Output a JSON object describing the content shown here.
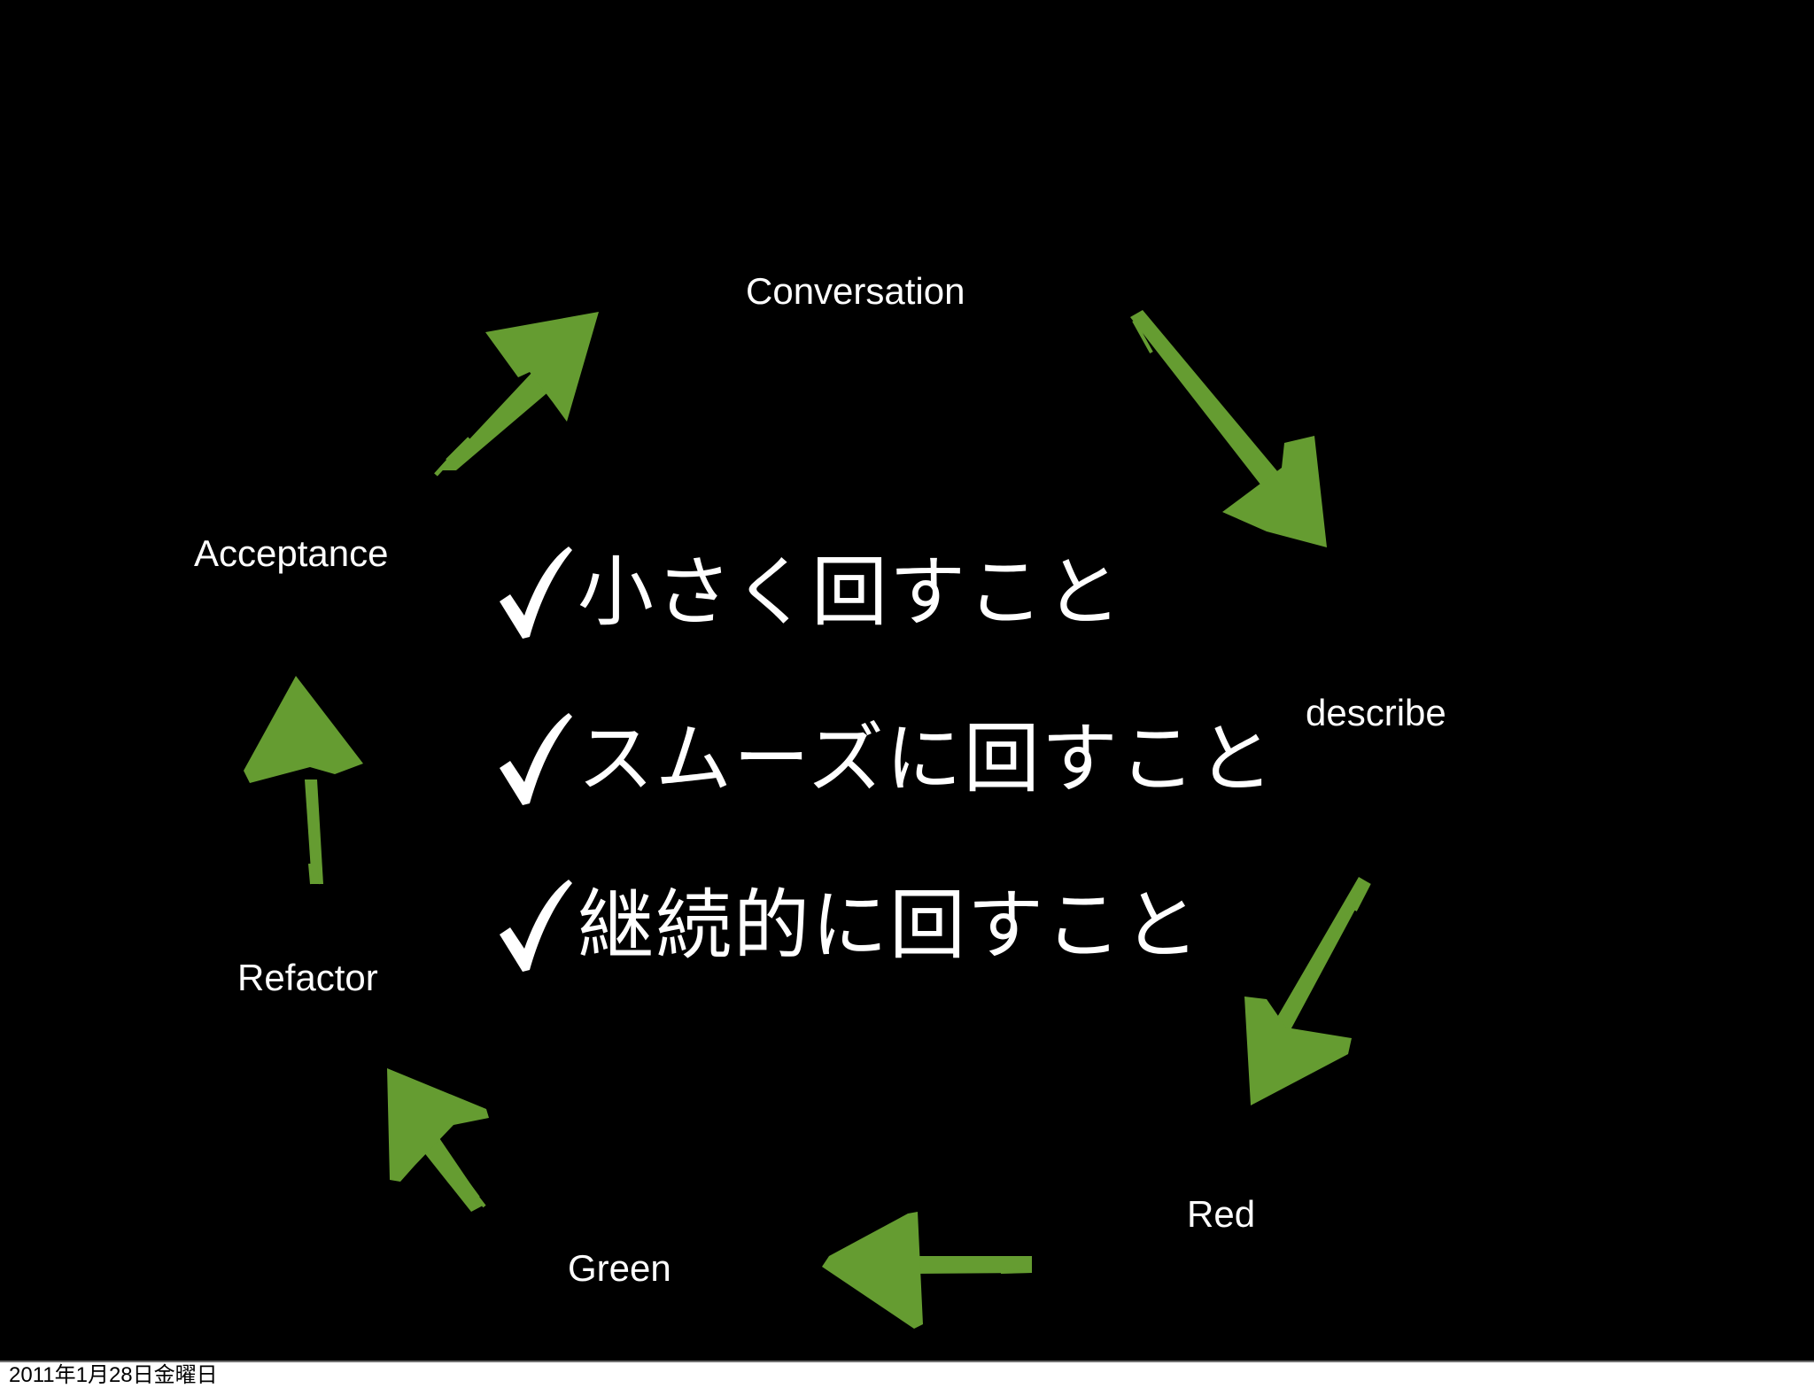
{
  "slide": {
    "background_color": "#000000",
    "text_color": "#ffffff",
    "arrow_color": "#659c31",
    "cycle": {
      "stages": [
        {
          "id": "conversation",
          "label": "Conversation"
        },
        {
          "id": "describe",
          "label": "describe"
        },
        {
          "id": "red",
          "label": "Red"
        },
        {
          "id": "green",
          "label": "Green"
        },
        {
          "id": "refactor",
          "label": "Refactor"
        },
        {
          "id": "acceptance",
          "label": "Acceptance"
        }
      ],
      "arrow_icon": "green-brush-arrow-icon"
    },
    "bullets": [
      {
        "icon": "check-icon",
        "text": "小さく回すこと"
      },
      {
        "icon": "check-icon",
        "text": "スムーズに回すこと"
      },
      {
        "icon": "check-icon",
        "text": "継続的に回すこと"
      }
    ]
  },
  "footer": {
    "date": "2011年1月28日金曜日"
  }
}
